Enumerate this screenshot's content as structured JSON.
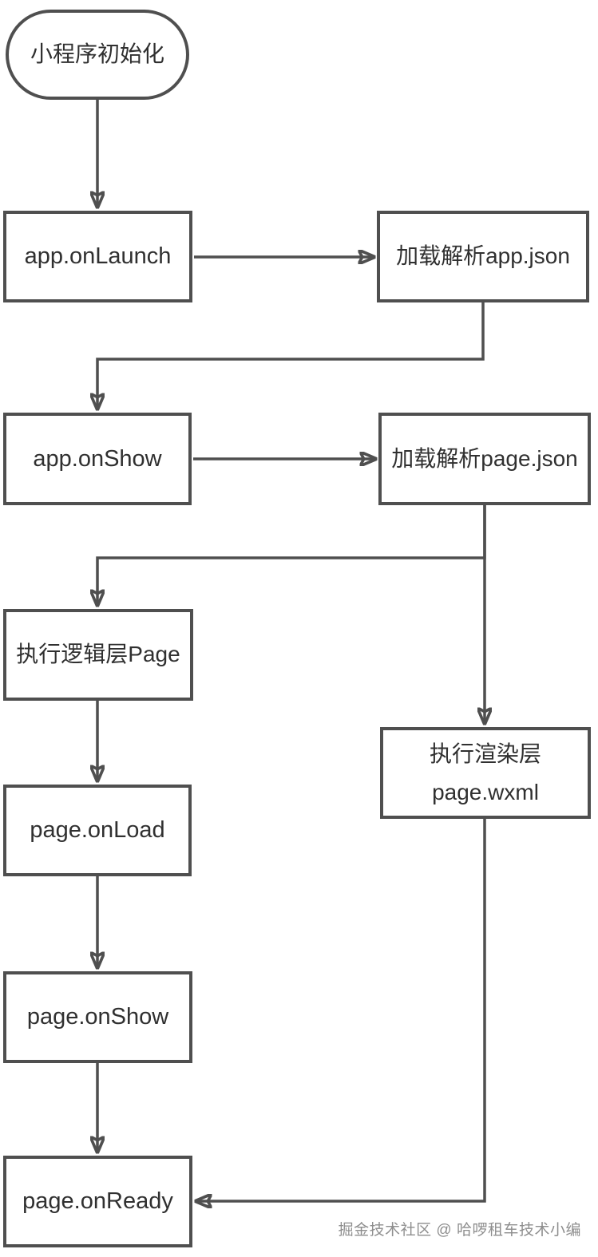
{
  "diagram": {
    "nodes": {
      "start": "小程序初始化",
      "app_onlaunch": "app.onLaunch",
      "load_app_json": "加载解析app.json",
      "app_onshow": "app.onShow",
      "load_page_json": "加载解析page.json",
      "exec_logic_page": "执行逻辑层Page",
      "exec_render_line1": "执行渲染层",
      "exec_render_line2": "page.wxml",
      "page_onload": "page.onLoad",
      "page_onshow": "page.onShow",
      "page_onready": "page.onReady"
    },
    "edges": [
      {
        "from": "start",
        "to": "app_onlaunch"
      },
      {
        "from": "app_onlaunch",
        "to": "load_app_json"
      },
      {
        "from": "load_app_json",
        "to": "app_onshow"
      },
      {
        "from": "app_onshow",
        "to": "load_page_json"
      },
      {
        "from": "load_page_json",
        "to": "exec_logic_page"
      },
      {
        "from": "load_page_json",
        "to": "exec_render_layer"
      },
      {
        "from": "exec_logic_page",
        "to": "page_onload"
      },
      {
        "from": "page_onload",
        "to": "page_onshow"
      },
      {
        "from": "page_onshow",
        "to": "page_onready"
      },
      {
        "from": "exec_render_layer",
        "to": "page_onready"
      }
    ],
    "watermark": "掘金技术社区 @ 哈啰租车技术小编",
    "colors": {
      "line": "#4f4f4f",
      "node_border": "#4f4f4f",
      "text": "#303030",
      "background": "#ffffff",
      "watermark": "#8e8e8e"
    }
  }
}
